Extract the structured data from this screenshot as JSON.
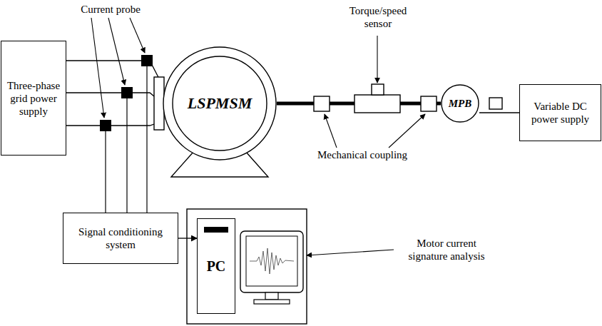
{
  "diagram": {
    "nodes": [
      {
        "text": [
          "Three-phase grid power supply"
        ]
      },
      {
        "text": [
          "LSPMSM"
        ]
      },
      {
        "text": [
          "MPB"
        ]
      },
      {
        "text": [
          "Variable DC power supply"
        ]
      },
      {
        "text": [
          "Signal conditioning system"
        ]
      },
      {
        "text": [
          "PC"
        ]
      }
    ],
    "edges": [
      {
        "from": 0,
        "to": 1,
        "arrow": "none"
      },
      {
        "from": 0,
        "to": 1,
        "arrow": "none"
      },
      {
        "from": 0,
        "to": 1,
        "arrow": "none"
      },
      {
        "from": 1,
        "to": 2,
        "arrow": "none"
      },
      {
        "from": 3,
        "to": 2,
        "arrow": "none"
      },
      {
        "from": 4,
        "to": 5,
        "arrow": "to"
      }
    ],
    "labels": [
      "Current probe",
      "Torque/speed sensor",
      "Mechanical coupling",
      "Motor current signature analysis"
    ]
  }
}
